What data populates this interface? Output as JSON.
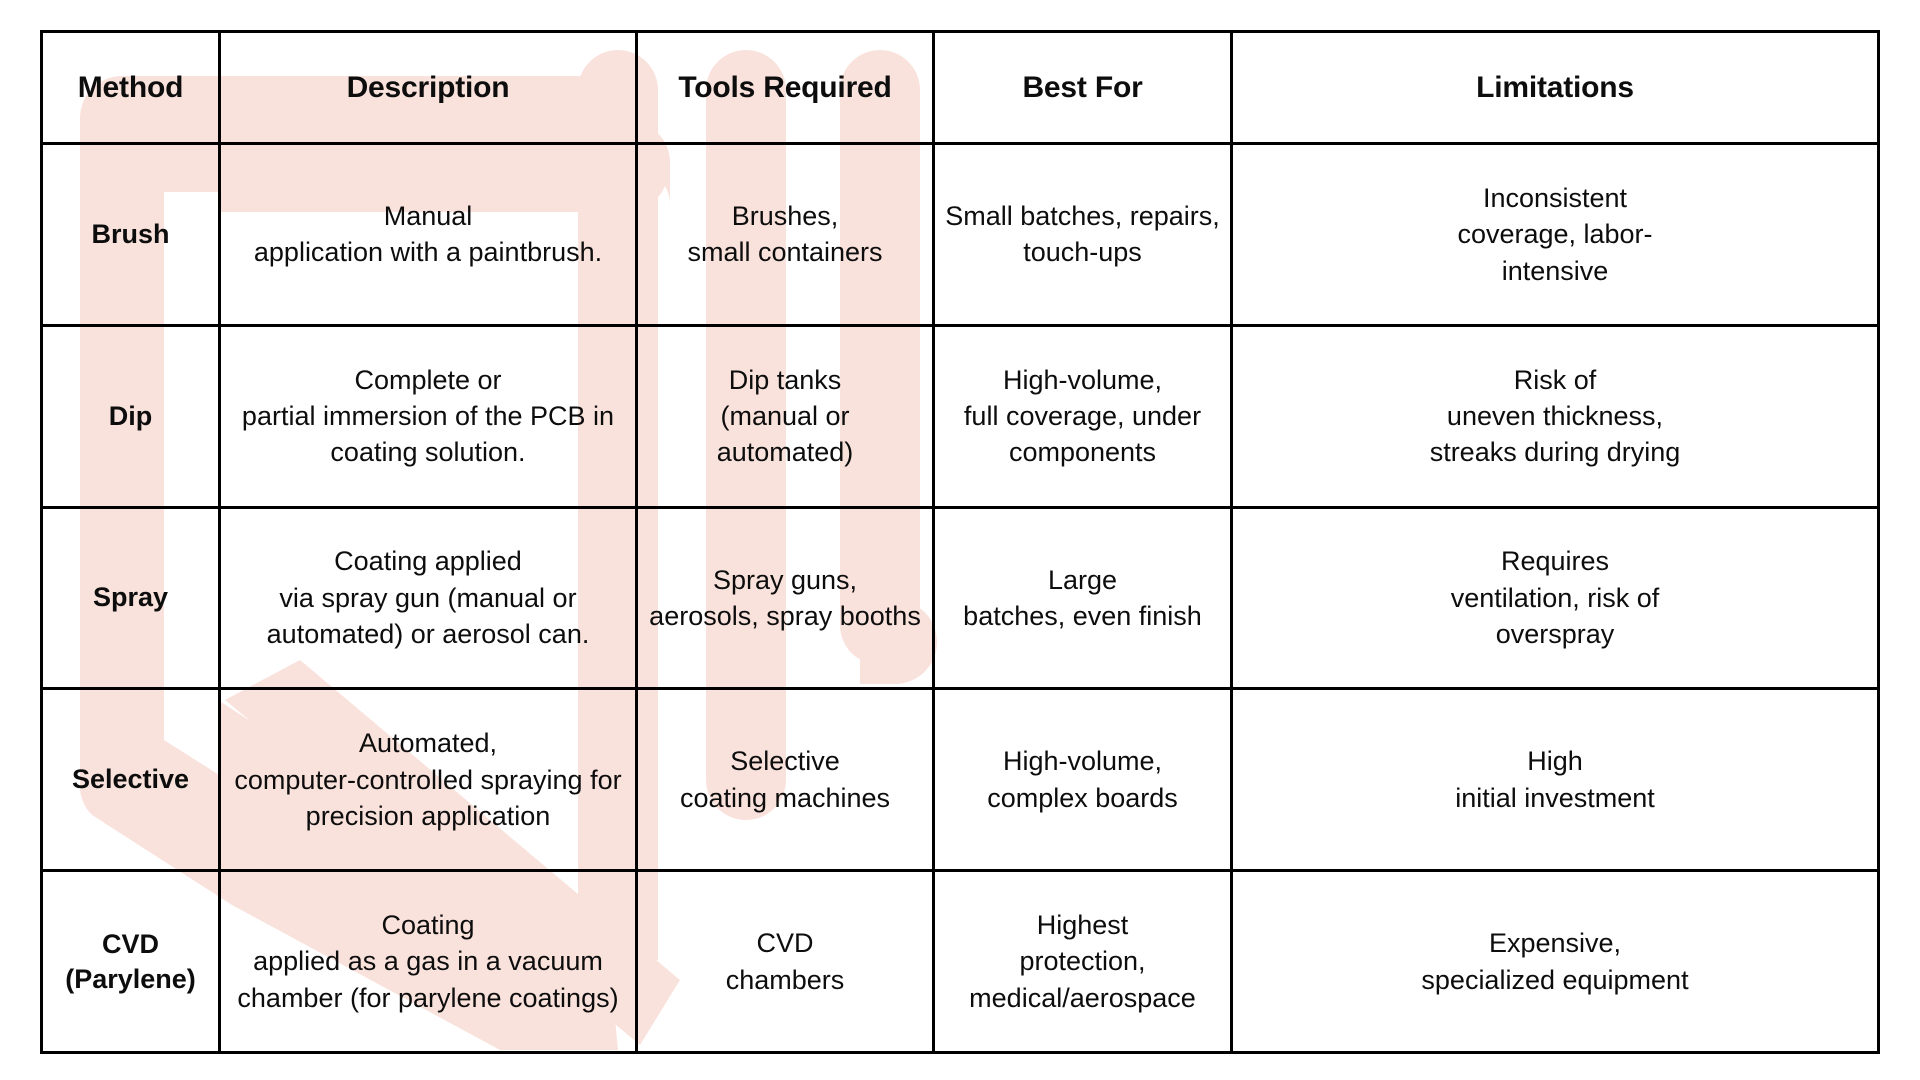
{
  "theme": {
    "watermark_color": "#FAE2DC",
    "border_color": "#000000",
    "text_color": "#0D0D0D",
    "background": "#FFFFFF"
  },
  "table": {
    "columns": [
      {
        "key": "method",
        "label": "Method"
      },
      {
        "key": "description",
        "label": "Description"
      },
      {
        "key": "tools",
        "label": "Tools Required"
      },
      {
        "key": "best_for",
        "label": "Best For"
      },
      {
        "key": "limitations",
        "label": "Limitations"
      }
    ],
    "rows": [
      {
        "method": "Brush",
        "description_lines": [
          "Manual",
          "application with a paintbrush."
        ],
        "tools_lines": [
          "Brushes,",
          "small containers"
        ],
        "best_for_lines": [
          "Small  batches, repairs,",
          "touch-ups"
        ],
        "limitations_lines": [
          "Inconsistent",
          "coverage, labor-",
          "intensive"
        ]
      },
      {
        "method": "Dip",
        "description_lines": [
          "Complete or",
          "partial immersion of the PCB in",
          "coating solution."
        ],
        "tools_lines": [
          "Dip tanks",
          "(manual or",
          "automated)"
        ],
        "best_for_lines": [
          "High-volume,",
          "full coverage, under",
          "components"
        ],
        "limitations_lines": [
          "Risk of",
          "uneven thickness,",
          "streaks during drying"
        ]
      },
      {
        "method": "Spray",
        "description_lines": [
          "Coating applied",
          "via spray gun (manual or",
          "automated) or aerosol can."
        ],
        "tools_lines": [
          "Spray guns,",
          "aerosols, spray booths"
        ],
        "best_for_lines": [
          "Large",
          "batches, even finish"
        ],
        "limitations_lines": [
          "Requires",
          "ventilation, risk of",
          "overspray"
        ]
      },
      {
        "method": "Selective",
        "description_lines": [
          "Automated,",
          "computer-controlled spraying for",
          "precision application"
        ],
        "tools_lines": [
          "Selective",
          "coating machines"
        ],
        "best_for_lines": [
          "High-volume,",
          "complex boards"
        ],
        "limitations_lines": [
          "High",
          "initial investment"
        ]
      },
      {
        "method_lines": [
          "CVD",
          "(Parylene)"
        ],
        "description_lines": [
          "Coating",
          "applied as a gas in a vacuum",
          "chamber (for parylene coatings)"
        ],
        "tools_lines": [
          "CVD",
          "chambers"
        ],
        "best_for_lines": [
          "Highest",
          "protection,",
          "medical/aerospace"
        ],
        "limitations_lines": [
          "Expensive,",
          "specialized equipment"
        ]
      }
    ]
  }
}
